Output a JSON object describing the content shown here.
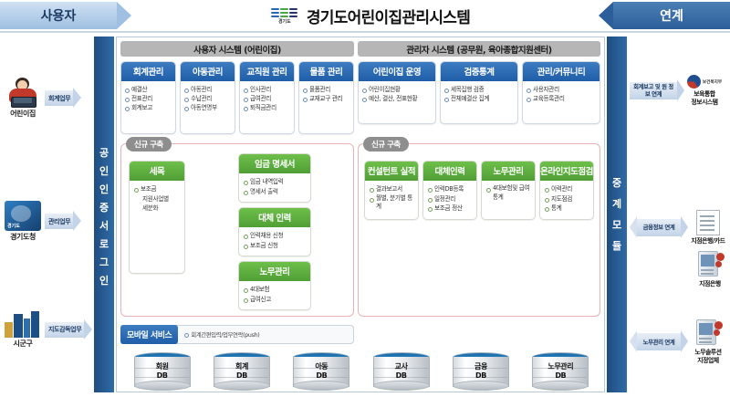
{
  "header": {
    "left_banner": "사용자",
    "right_banner": "연계",
    "title": "경기도어린이집관리시스템",
    "logo_text": "경기도",
    "logo_name": "gyeonggi-do-logo"
  },
  "left_actors": [
    {
      "icon": "childcare-center-person-icon",
      "caption": "어린이집",
      "arrow": "회계업무"
    },
    {
      "icon": "gyeonggi-province-office-icon",
      "caption": "경기도청",
      "arrow": "관리업무"
    },
    {
      "icon": "local-government-buildings-icon",
      "caption": "시군구",
      "arrow": "지도감독업무"
    }
  ],
  "cert_bar": {
    "label": "공인인증서 로그인",
    "chars": [
      "공",
      "인",
      "인",
      "증",
      "서",
      "로",
      "그",
      "인"
    ]
  },
  "relay_bar": {
    "label": "중계모듈",
    "chars": [
      "중",
      "계",
      "모",
      "듈"
    ]
  },
  "user_system": {
    "header": "사용자 시스템 (어린이집)",
    "cards": [
      {
        "title": "회계관리",
        "items": [
          "예결산",
          "전표관리",
          "회계보고"
        ]
      },
      {
        "title": "아동관리",
        "items": [
          "아동관리",
          "수납관리",
          "아동연명부"
        ]
      },
      {
        "title": "교직원 관리",
        "items": [
          "인사관리",
          "급여관리",
          "퇴직금관리"
        ]
      },
      {
        "title": "물품 관리",
        "items": [
          "물품관리",
          "교재교구 관리"
        ]
      }
    ],
    "new_build": {
      "tag": "신규 구축",
      "left_card": {
        "title": "세목",
        "items": [
          "보조금",
          "지원사업별",
          "세분화"
        ]
      },
      "right_cards": [
        {
          "title": "임금 명세서",
          "items": [
            "임금 내역입력",
            "명세서 출력"
          ]
        },
        {
          "title": "대체 인력",
          "items": [
            "인력채용 신청",
            "보조금 신청"
          ]
        },
        {
          "title": "노무관리",
          "items": [
            "4대보험",
            "급여신고"
          ]
        }
      ]
    },
    "mobile": {
      "tag": "모바일 서비스",
      "desc": "회계간편입력/업무연락(push)"
    }
  },
  "admin_system": {
    "header": "관리자 시스템 (공무원, 육아종합지원센터)",
    "cards": [
      {
        "title": "어린이집 운영",
        "items": [
          "어린이집현황",
          "예산, 결산, 전표현황"
        ]
      },
      {
        "title": "검증통계",
        "items": [
          "세목집행 검증",
          "전체예결산 집계"
        ]
      },
      {
        "title": "관리/커뮤니티",
        "items": [
          "사용자관리",
          "교육등록관리"
        ]
      }
    ],
    "new_build": {
      "tag": "신규 구축",
      "cards": [
        {
          "title": "컨설턴트 실적",
          "items": [
            "결과보고서",
            "월별, 분기별 통계"
          ]
        },
        {
          "title": "대체인력",
          "items": [
            "인력DB등록",
            "일정관리",
            "보조금 정산"
          ]
        },
        {
          "title": "노무관리",
          "items": [
            "4대보험및 급여 통계"
          ]
        },
        {
          "title": "온라인지도점검",
          "items": [
            "이력관리",
            "지도점검",
            "통계"
          ]
        }
      ]
    }
  },
  "databases": [
    {
      "name": "회원",
      "suffix": "DB"
    },
    {
      "name": "회계",
      "suffix": "DB"
    },
    {
      "name": "아동",
      "suffix": "DB"
    },
    {
      "name": "교사",
      "suffix": "DB"
    },
    {
      "name": "금융",
      "suffix": "DB"
    },
    {
      "name": "노무관리",
      "suffix": "DB"
    }
  ],
  "external": [
    {
      "arrow": "회계보고 및 원 정보 연계",
      "arrow_type": "single",
      "icon": "ministry-health-welfare-icon",
      "badge": "보건복지부",
      "caption": "보육통합\n정보시스템"
    },
    {
      "arrow": "금융정보 연계",
      "arrow_type": "bidirectional",
      "icon": "bank-card-document-icon",
      "caption": "지점은행/카드"
    },
    {
      "arrow": "",
      "arrow_type": "none",
      "icon": "bank-server-icon",
      "caption": "지점은행"
    },
    {
      "arrow": "노무관리 연계",
      "arrow_type": "bidirectional",
      "icon": "labor-solution-server-icon",
      "caption": "노무솔루션\n지정업체"
    }
  ],
  "colors": {
    "primary_blue": "#1f5ea8",
    "green": "#4f9f36",
    "bar_blue": "#2f6ba6",
    "gray_header": "#b6b6b6",
    "pink_border": "#e8b4b8"
  }
}
